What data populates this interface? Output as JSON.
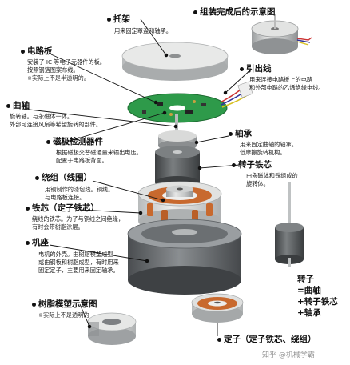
{
  "colors": {
    "tray": "#d7d8d6",
    "pcb": "#2e9a4a",
    "magnet": "#5f6366",
    "copper": "#c8692e",
    "core": "#c9ccce",
    "housing": "#6c7073",
    "leader": "#111111"
  },
  "labels": {
    "tray": {
      "title": "托架",
      "lines": [
        "用来固定罩盖和轴承。"
      ]
    },
    "assembled": {
      "title": "组装完成后的示意图",
      "lines": []
    },
    "pcb": {
      "title": "电路板",
      "lines": [
        "安装了 IC 等电子元器件的板。",
        "按照钢箔图案布线。",
        "※实际上不是半透明的。"
      ]
    },
    "lead": {
      "title": "引出线",
      "lines": [
        "用来连接电路板上的电路",
        "和外部电路的乙烯绝缘电线。"
      ]
    },
    "shaft": {
      "title": "曲轴",
      "lines": [
        "旋转轴。与永磁体一体。",
        "外部可连接风扇等希望旋转的部件。"
      ]
    },
    "bearing": {
      "title": "轴承",
      "lines": [
        "用来固定曲轴的轴承。",
        "低摩擦旋转机构。"
      ]
    },
    "sensor": {
      "title": "磁极检测器件",
      "lines": [
        "根据磁极交替磁通量来输出电压。",
        "配置于电路板背面。"
      ]
    },
    "rotorcore": {
      "title": "转子铁芯",
      "lines": [
        "由永磁体和铁组成的",
        "旋转体。"
      ]
    },
    "winding": {
      "title": "绕组（线圈）",
      "lines": [
        "用铜制作的漆包线。铜线。",
        "与电路板连接。"
      ]
    },
    "stator": {
      "title": "铁芯（定子铁芯）",
      "lines": [
        "绕线的铁芯。为了与铜线之间绝缘，",
        "有时会带树脂涂层。"
      ]
    },
    "base": {
      "title": "机座",
      "lines": [
        "电机的外壳。由树脂模塑成型",
        "或由钢板和树脂成型，有时用来",
        "固定定子，主要用来固定轴承。"
      ]
    },
    "resin": {
      "title": "树脂模塑示意图",
      "lines": [
        "※实际上不是透明的"
      ]
    },
    "statorunit": {
      "title": "定子（定子铁芯、绕组）",
      "lines": []
    }
  },
  "rotor_summary": [
    "转子",
    "=曲轴",
    "+转子铁芯",
    "+轴承"
  ],
  "watermark": "知乎 @机械学霸"
}
